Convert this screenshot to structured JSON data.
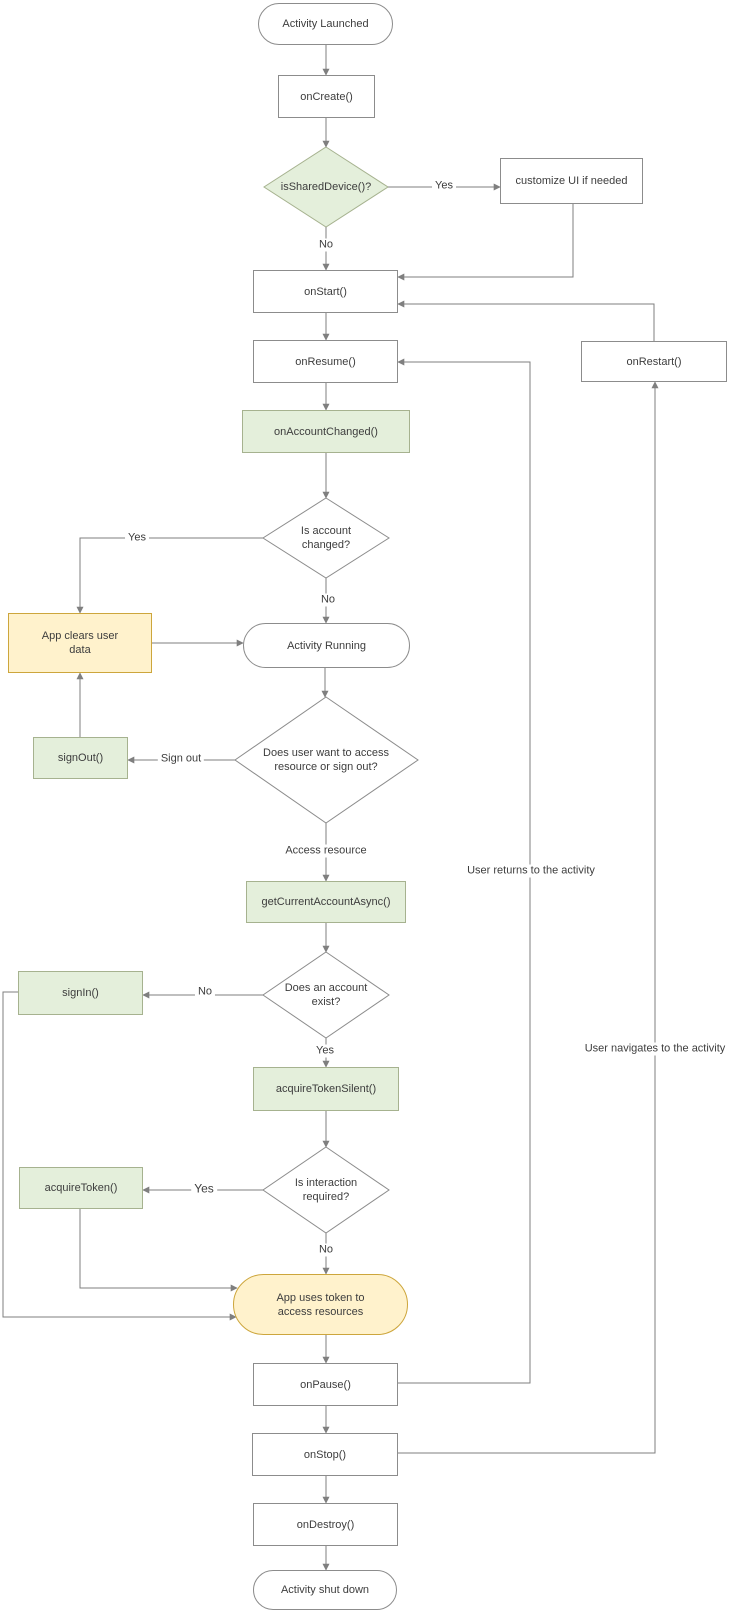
{
  "colors": {
    "green_fill": "#E4EFDB",
    "green_border": "#A6B28F",
    "yellow_fill": "#FFF2CC",
    "yellow_border": "#CDA63C",
    "border_gray": "#8C8C8C",
    "line": "#7F7F7F",
    "text": "#3D3D3D"
  },
  "nodes": {
    "activity_launched": {
      "label": "Activity Launched",
      "shape": "terminator"
    },
    "on_create": {
      "label": "onCreate()",
      "shape": "process"
    },
    "is_shared_device": {
      "label": "isSharedDevice()?",
      "shape": "decision"
    },
    "customize_ui": {
      "label": "customize UI if needed",
      "shape": "process"
    },
    "on_start": {
      "label": "onStart()",
      "shape": "process"
    },
    "on_resume": {
      "label": "onResume()",
      "shape": "process"
    },
    "on_restart": {
      "label": "onRestart()",
      "shape": "process"
    },
    "on_account_changed": {
      "label": "onAccountChanged()",
      "shape": "process"
    },
    "is_account_changed": {
      "label": "Is account changed?",
      "shape": "decision"
    },
    "app_clears_user_data": {
      "label": "App clears user data",
      "shape": "process"
    },
    "activity_running": {
      "label": "Activity Running",
      "shape": "terminator"
    },
    "sign_out_node": {
      "label": "signOut()",
      "shape": "process"
    },
    "access_or_sign_out": {
      "label": "Does user want to access resource or sign out?",
      "shape": "decision"
    },
    "get_current_account_async": {
      "label": "getCurrentAccountAsync()",
      "shape": "process"
    },
    "does_account_exist": {
      "label": "Does an account exist?",
      "shape": "decision"
    },
    "sign_in_node": {
      "label": "signIn()",
      "shape": "process"
    },
    "acquire_token_silent": {
      "label": "acquireTokenSilent()",
      "shape": "process"
    },
    "is_interaction_required": {
      "label": "Is interaction required?",
      "shape": "decision"
    },
    "acquire_token": {
      "label": "acquireToken()",
      "shape": "process"
    },
    "app_uses_token": {
      "label": "App uses token to access resources",
      "shape": "terminator"
    },
    "on_pause": {
      "label": "onPause()",
      "shape": "process"
    },
    "on_stop": {
      "label": "onStop()",
      "shape": "process"
    },
    "on_destroy": {
      "label": "onDestroy()",
      "shape": "process"
    },
    "activity_shut_down": {
      "label": "Activity shut down",
      "shape": "terminator"
    }
  },
  "edge_labels": {
    "shared_yes": "Yes",
    "shared_no": "No",
    "changed_yes": "Yes",
    "changed_no": "No",
    "sign_out": "Sign out",
    "access_resource": "Access resource",
    "exist_no": "No",
    "exist_yes": "Yes",
    "interaction_yes": "Yes",
    "interaction_no": "No",
    "user_returns": "User returns to the activity",
    "user_navigates": "User navigates to the activity"
  }
}
